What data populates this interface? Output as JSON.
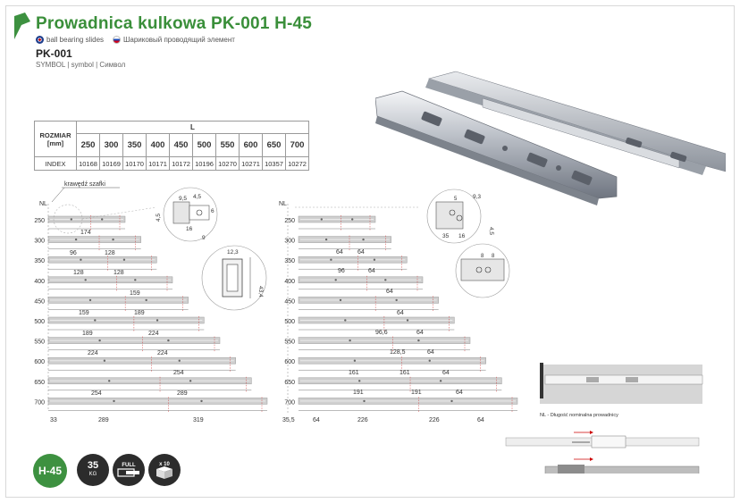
{
  "header": {
    "title": "Prowadnica kulkowa PK-001 H-45",
    "lang_en": "ball bearing slides",
    "lang_ru": "Шариковый проводящий элемент",
    "symbol_code": "PK-001",
    "symbol_caption": "SYMBOL | symbol | Символ"
  },
  "size_table": {
    "group_label": "L",
    "row_header": "ROZMIAR [mm]",
    "index_label": "INDEX",
    "sizes": [
      "250",
      "300",
      "350",
      "400",
      "450",
      "500",
      "550",
      "600",
      "650",
      "700"
    ],
    "indexes": [
      "10168",
      "10169",
      "10170",
      "10171",
      "10172",
      "10196",
      "10270",
      "10271",
      "10357",
      "10272"
    ]
  },
  "left_diagram": {
    "cabinet_edge_label": "krawędź szafki",
    "nl_label": "NL",
    "row_lengths": [
      "250",
      "300",
      "350",
      "400",
      "450",
      "500",
      "550",
      "600",
      "650",
      "700"
    ],
    "dims": {
      "d174": "174",
      "d96": "96",
      "d128a": "128",
      "d128b": "128",
      "d128c": "128",
      "d159a": "159",
      "d159b": "159",
      "d189a": "189",
      "d189b": "189",
      "d224a": "224",
      "d224b": "224",
      "d224c": "224",
      "d254a": "254",
      "d254b": "254",
      "d289a": "289",
      "d289b": "289",
      "d33": "33",
      "d319": "319"
    },
    "detail": {
      "d9_5": "9,5",
      "d4_5a": "4,5",
      "d4_5b": "4,5",
      "d6": "6",
      "d16": "16",
      "d9": "9",
      "d12_3": "12,3",
      "d43_4": "43,4"
    }
  },
  "right_diagram": {
    "nl_label": "NL",
    "row_lengths": [
      "250",
      "300",
      "350",
      "400",
      "450",
      "500",
      "550",
      "600",
      "650",
      "700"
    ],
    "dims": {
      "d64a": "64",
      "d64b": "64",
      "d96": "96",
      "d64c": "64",
      "d64d": "64",
      "d64e": "64",
      "d96_6": "96,6",
      "d64f": "64",
      "d128_5": "128,5",
      "d64g": "64",
      "d161a": "161",
      "d161b": "161",
      "d64h": "64",
      "d191a": "191",
      "d191b": "191",
      "d64i": "64",
      "d35_5": "35,5",
      "d64j": "64",
      "d226a": "226",
      "d226b": "226",
      "d64k": "64"
    },
    "detail": {
      "d5": "5",
      "d9_3": "9,3",
      "d4_5": "4,5",
      "d35": "35",
      "d16": "16",
      "d8a": "8",
      "d8b": "8"
    }
  },
  "install_note": "NL - Długość nominalna prowadnicy",
  "footer": {
    "badge_h45": "H-45",
    "load_value": "35",
    "load_unit": "KG",
    "full_label": "FULL",
    "box_label": "x 10"
  },
  "colors": {
    "brand_green": "#3d9140",
    "title_green": "#3a8f3a",
    "rail_gray": "#c9c9c9",
    "dim_red": "#d23a3a",
    "icon_dark": "#2c2c2c"
  }
}
